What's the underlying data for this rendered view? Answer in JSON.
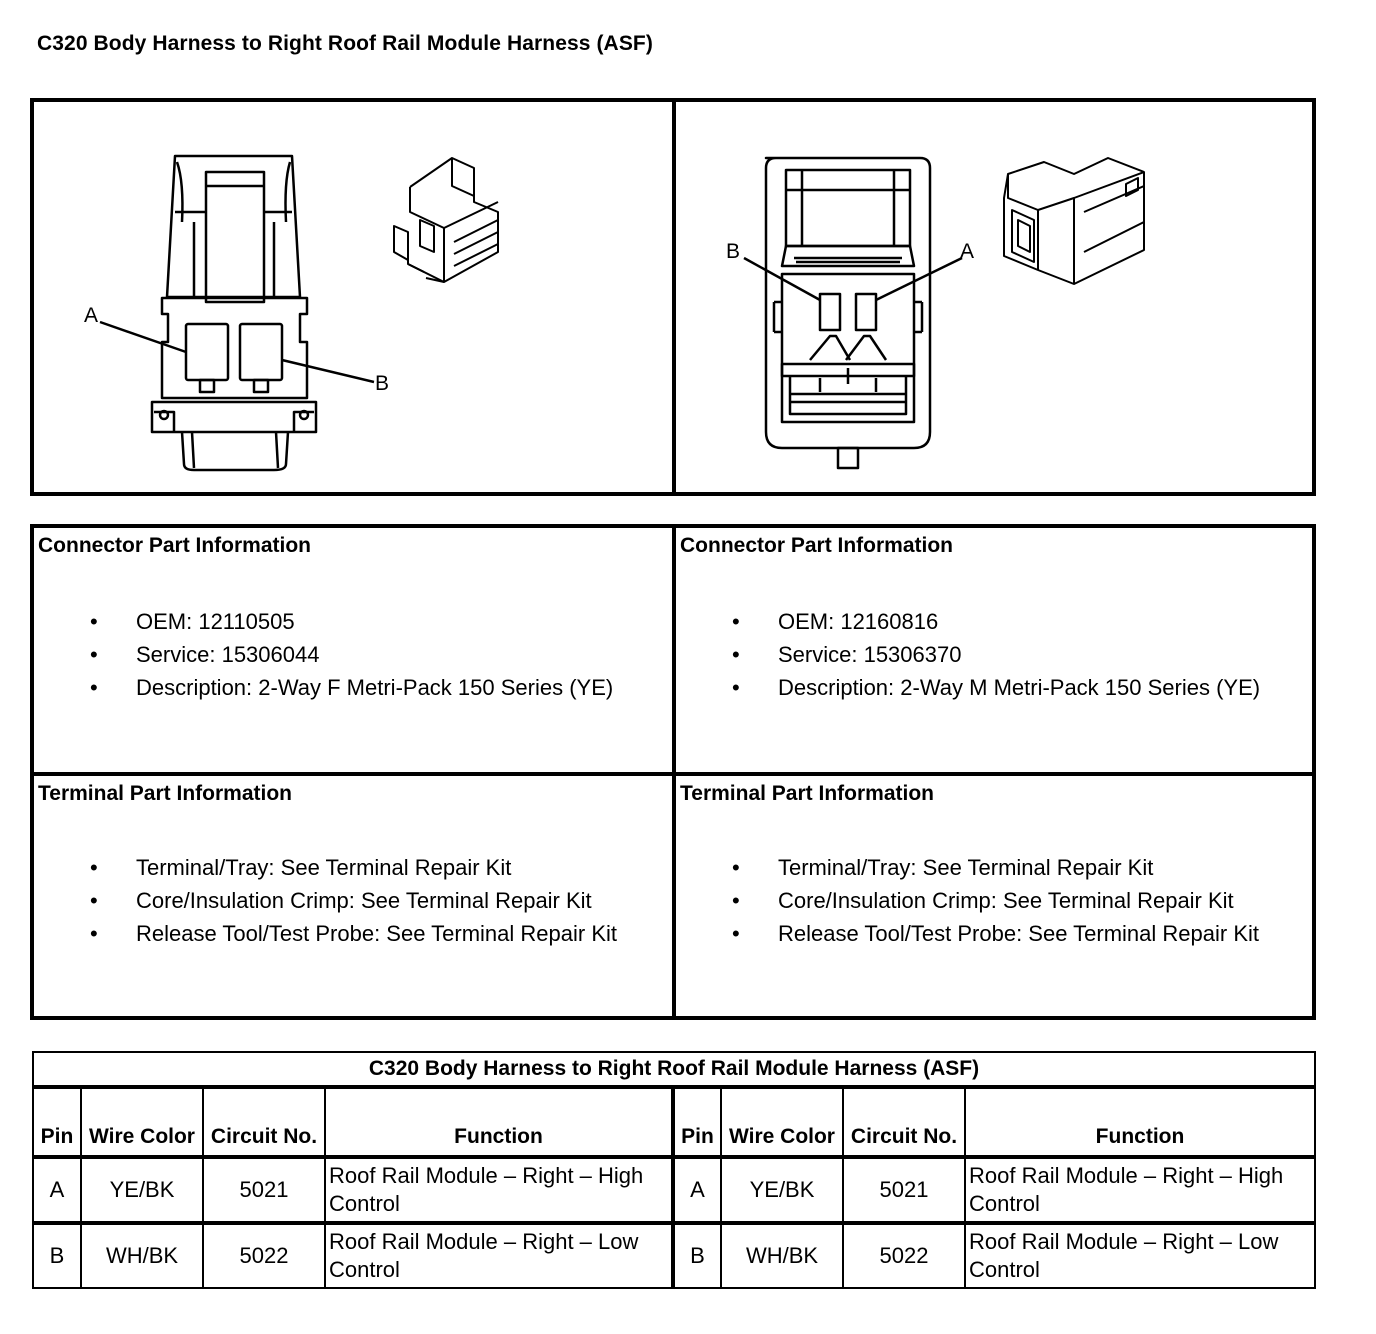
{
  "title": "C320 Body Harness to Right Roof Rail Module Harness (ASF)",
  "diagram": {
    "left": {
      "label_a": "A",
      "label_b": "B"
    },
    "right": {
      "label_a": "A",
      "label_b": "B"
    }
  },
  "connector_info": {
    "left": {
      "heading": "Connector Part Information",
      "items": [
        "OEM: 12110505",
        "Service: 15306044",
        "Description: 2-Way F Metri-Pack 150 Series (YE)"
      ]
    },
    "right": {
      "heading": "Connector Part Information",
      "items": [
        "OEM: 12160816",
        "Service: 15306370",
        "Description: 2-Way M Metri-Pack 150 Series (YE)"
      ]
    }
  },
  "terminal_info": {
    "left": {
      "heading": "Terminal Part Information",
      "items": [
        "Terminal/Tray: See Terminal Repair Kit",
        "Core/Insulation Crimp: See Terminal Repair Kit",
        "Release Tool/Test Probe: See Terminal Repair Kit"
      ]
    },
    "right": {
      "heading": "Terminal Part Information",
      "items": [
        "Terminal/Tray: See Terminal Repair Kit",
        "Core/Insulation Crimp: See Terminal Repair Kit",
        "Release Tool/Test Probe: See Terminal Repair Kit"
      ]
    }
  },
  "pin_table": {
    "caption": "C320 Body Harness to Right Roof Rail Module Harness (ASF)",
    "headers": {
      "pin": "Pin",
      "wire_color": "Wire Color",
      "circuit": "Circuit No.",
      "function": "Function"
    },
    "rows": [
      {
        "pin": "A",
        "wire_color": "YE/BK",
        "circuit": "5021",
        "function": "Roof Rail Module – Right – High Control"
      },
      {
        "pin": "B",
        "wire_color": "WH/BK",
        "circuit": "5022",
        "function": "Roof Rail Module – Right – Low Control"
      }
    ]
  },
  "bullet_glyph": "•"
}
